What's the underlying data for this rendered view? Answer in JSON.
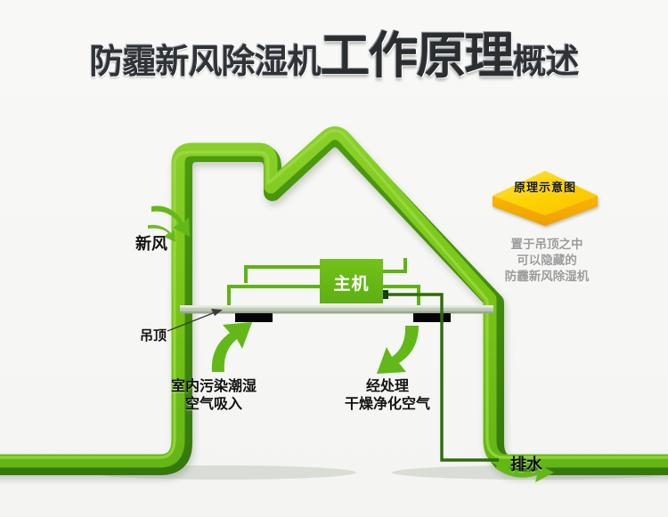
{
  "title": {
    "part1": "防霾新风除湿机",
    "part2": "工作原理",
    "part3": "概述"
  },
  "badge": {
    "label": "原理示意图",
    "color_top": "#ffd200",
    "color_side": "#f5a800"
  },
  "side_caption": {
    "line1": "置于吊顶之中",
    "line2": "可以隐藏的",
    "line3": "防霾新风除湿机",
    "color": "#9b9b9b"
  },
  "diagram": {
    "house_color_top": "#78c217",
    "house_color_side": "#3f8a0c",
    "ceiling_color": "#b9c4b1",
    "vent_color": "#050505",
    "pipe_color": "#2e6b0a",
    "arrow_color": "#62b818",
    "labels": {
      "fresh_air": "新风",
      "ceiling": "吊顶",
      "drainage": "排水",
      "intake_line1": "室内污染潮湿",
      "intake_line2": "空气吸入",
      "output_line1": "经处理",
      "output_line2": "干燥净化空气",
      "main_unit": "主机"
    }
  }
}
